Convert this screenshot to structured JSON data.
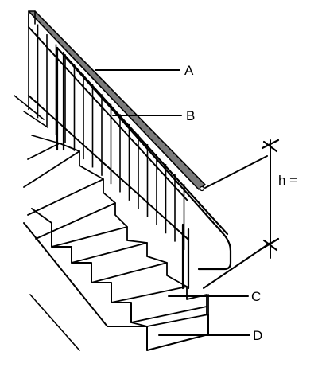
{
  "labels": {
    "a": "A",
    "b": "B",
    "c": "C",
    "d": "D",
    "h": "h ="
  },
  "colors": {
    "ink": "#000000",
    "rail_fill": "#7a7a7a",
    "background": "#ffffff"
  }
}
